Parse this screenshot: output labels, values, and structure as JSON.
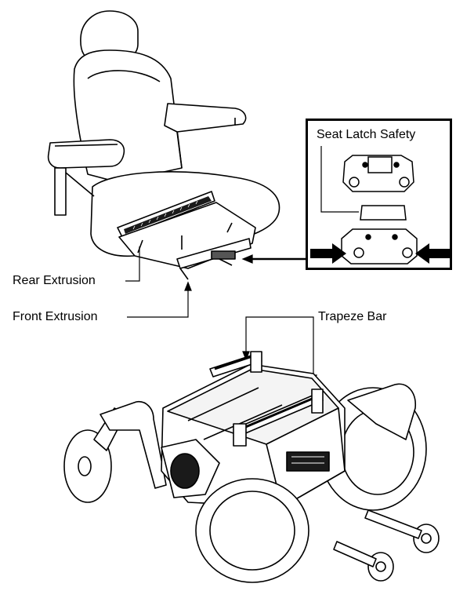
{
  "labels": {
    "seat_latch_safety": "Seat Latch Safety",
    "rear_extrusion": "Rear Extrusion",
    "front_extrusion": "Front Extrusion",
    "trapeze_bar": "Trapeze Bar"
  },
  "colors": {
    "line": "#000000",
    "background": "#ffffff",
    "light_fill": "#f4f4f4",
    "dark_fill": "#1a1a1a"
  }
}
